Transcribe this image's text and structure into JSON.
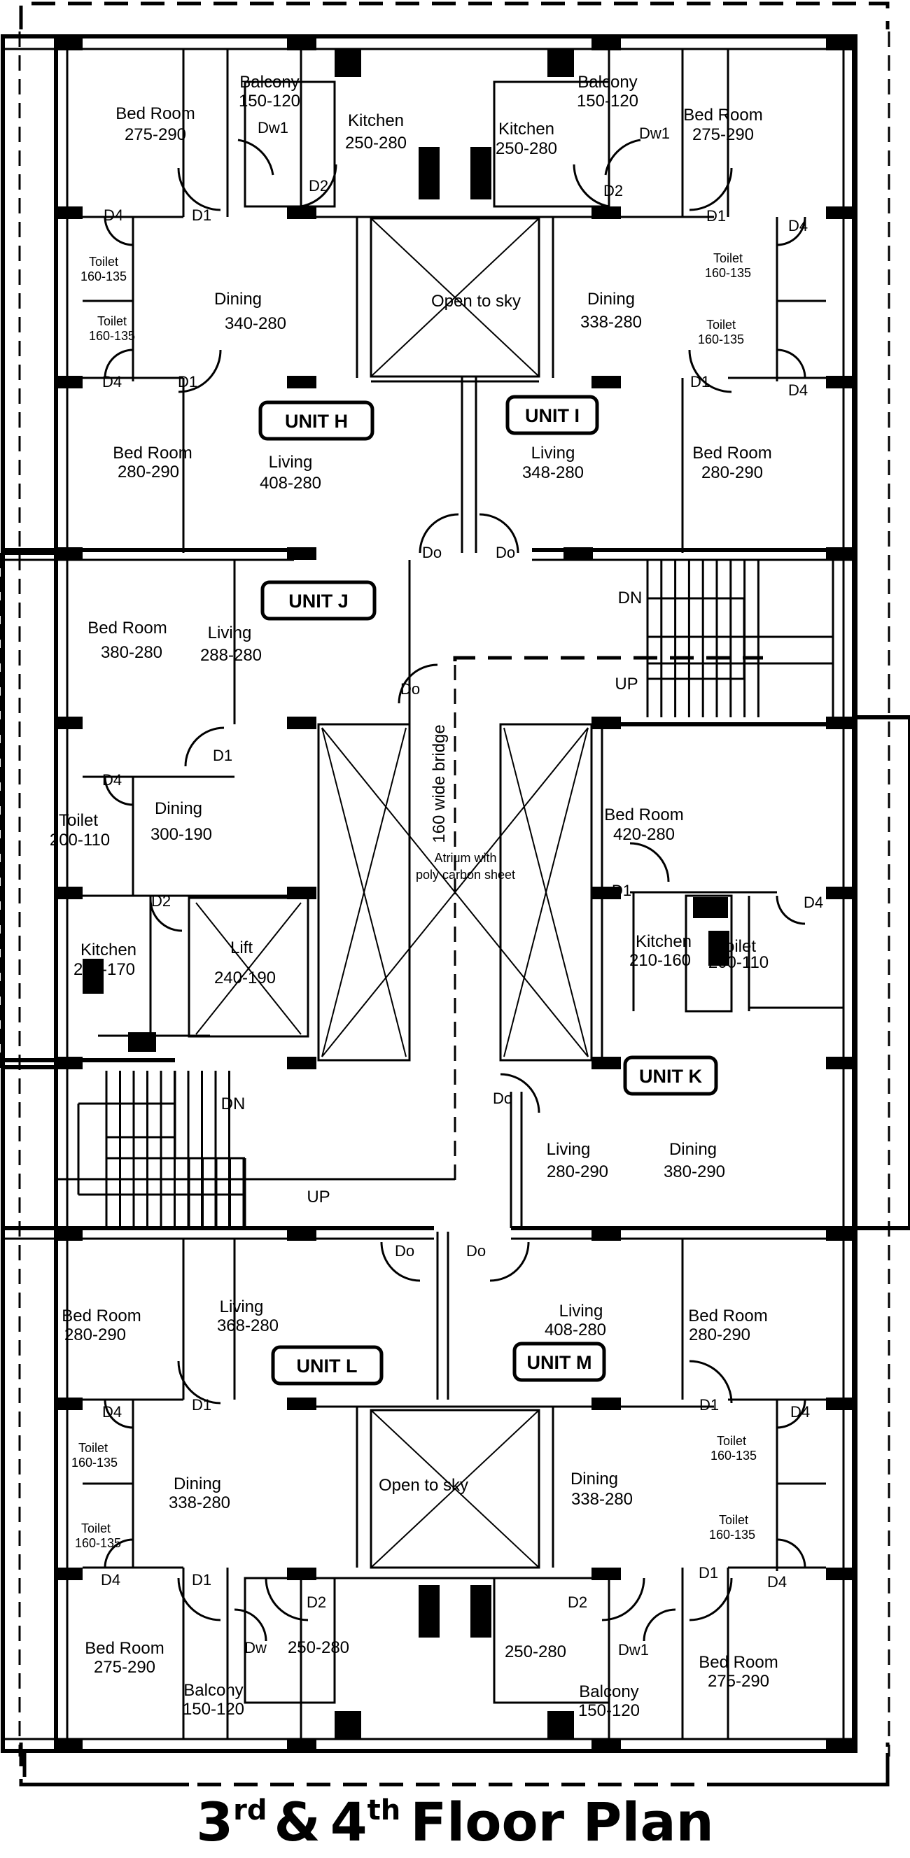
{
  "title": {
    "floor_a": "3",
    "floor_a_suffix": "rd",
    "ampersand": "&",
    "floor_b": "4",
    "floor_b_suffix": "th",
    "rest": "Floor Plan"
  },
  "units": {
    "H": {
      "label": "UNIT H",
      "rooms": [
        {
          "name": "Bed Room",
          "size": "275-290"
        },
        {
          "name": "Balcony",
          "size": "150-120"
        },
        {
          "name": "Kitchen",
          "size": "250-280"
        },
        {
          "name": "Toilet",
          "size": "160-135"
        },
        {
          "name": "Toilet",
          "size": "160-135"
        },
        {
          "name": "Dining",
          "size": "340-280"
        },
        {
          "name": "Bed Room",
          "size": "280-290"
        },
        {
          "name": "Living",
          "size": "408-280"
        }
      ]
    },
    "I": {
      "label": "UNIT I",
      "rooms": [
        {
          "name": "Kitchen",
          "size": "250-280"
        },
        {
          "name": "Balcony",
          "size": "150-120"
        },
        {
          "name": "Bed Room",
          "size": "275-290"
        },
        {
          "name": "Toilet",
          "size": "160-135"
        },
        {
          "name": "Toilet",
          "size": "160-135"
        },
        {
          "name": "Dining",
          "size": "338-280"
        },
        {
          "name": "Living",
          "size": "348-280"
        },
        {
          "name": "Bed Room",
          "size": "280-290"
        }
      ]
    },
    "J": {
      "label": "UNIT J",
      "rooms": [
        {
          "name": "Bed Room",
          "size": "380-280"
        },
        {
          "name": "Living",
          "size": "288-280"
        },
        {
          "name": "Toilet",
          "size": "200-110"
        },
        {
          "name": "Dining",
          "size": "300-190"
        },
        {
          "name": "Kitchen",
          "size": "200-170"
        }
      ]
    },
    "K": {
      "label": "UNIT K",
      "rooms": [
        {
          "name": "Bed Room",
          "size": "420-280"
        },
        {
          "name": "Kitchen",
          "size": "210-160"
        },
        {
          "name": "Toilet",
          "size": "200-110"
        },
        {
          "name": "Living",
          "size": "280-290"
        },
        {
          "name": "Dining",
          "size": "380-290"
        }
      ]
    },
    "L": {
      "label": "UNIT L",
      "rooms": [
        {
          "name": "Bed Room",
          "size": "280-290"
        },
        {
          "name": "Living",
          "size": "368-280"
        },
        {
          "name": "Toilet",
          "size": "160-135"
        },
        {
          "name": "Toilet",
          "size": "160-135"
        },
        {
          "name": "Dining",
          "size": "338-280"
        },
        {
          "name": "Bed Room",
          "size": "275-290"
        },
        {
          "name": "Balcony",
          "size": "150-120"
        },
        {
          "name": "",
          "size": "250-280"
        }
      ]
    },
    "M": {
      "label": "UNIT M",
      "rooms": [
        {
          "name": "Living",
          "size": "408-280"
        },
        {
          "name": "Bed Room",
          "size": "280-290"
        },
        {
          "name": "Toilet",
          "size": "160-135"
        },
        {
          "name": "Toilet",
          "size": "160-135"
        },
        {
          "name": "Dining",
          "size": "338-280"
        },
        {
          "name": "",
          "size": "250-280"
        },
        {
          "name": "Balcony",
          "size": "150-120"
        },
        {
          "name": "Bed Room",
          "size": "275-290"
        }
      ]
    }
  },
  "common": {
    "open_to_sky": "Open to sky",
    "lift": "Lift",
    "lift_size": "240-190",
    "atrium_line1": "Atrium with",
    "atrium_line2": "poly carbon sheet",
    "bridge": "160 wide bridge",
    "stair_dn": "DN",
    "stair_up": "UP"
  },
  "doors": {
    "d1": "D1",
    "d2": "D2",
    "d4": "D4",
    "dw1": "Dw1",
    "dw": "Dw",
    "do": "Do"
  }
}
